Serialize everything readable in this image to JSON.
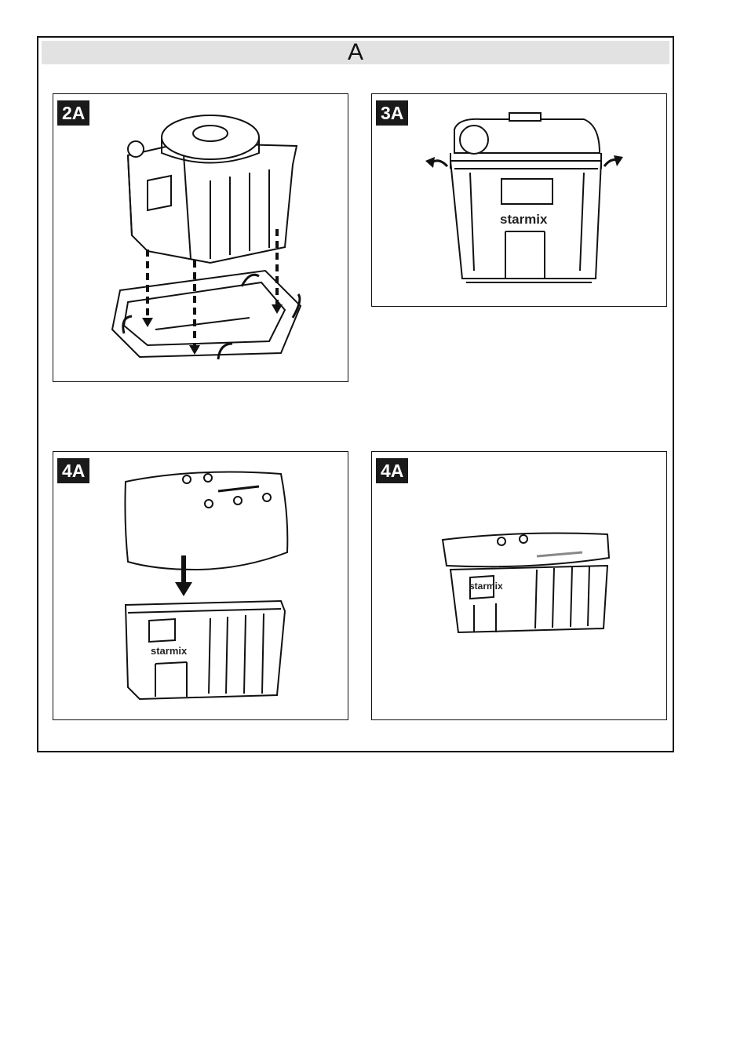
{
  "section": {
    "title": "A"
  },
  "panels": [
    {
      "label": "2A"
    },
    {
      "label": "3A",
      "brand": "starmix"
    },
    {
      "label": "4A",
      "brand": "starmix"
    },
    {
      "label": "4A",
      "brand": "starmix"
    }
  ]
}
